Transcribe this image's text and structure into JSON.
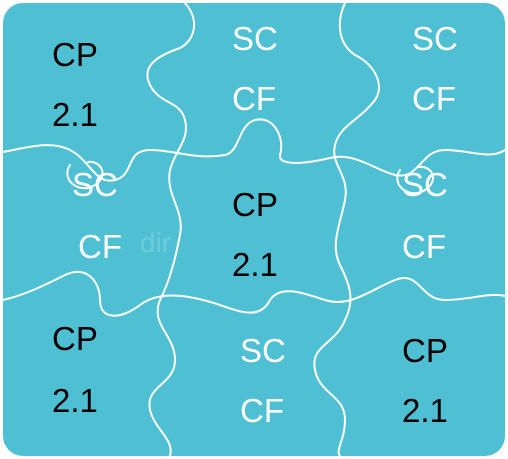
{
  "board": {
    "fill_color": "#4fc0d4",
    "seam_color": "#ffffff",
    "dark_text_color": "#000000",
    "light_text_color": "#ffffff"
  },
  "pieces": {
    "top_left": {
      "line1": "CP",
      "line2": "2.1"
    },
    "top_center": {
      "line1": "SC",
      "line2": "CF"
    },
    "top_right": {
      "line1": "SC",
      "line2": "CF"
    },
    "middle_left": {
      "line1": "SC",
      "line2": "CF"
    },
    "center": {
      "line1": "CP",
      "line2": "2.1"
    },
    "middle_right": {
      "line1": "SC",
      "line2": "CF"
    },
    "bottom_left": {
      "line1": "CP",
      "line2": "2.1"
    },
    "bottom_center": {
      "line1": "SC",
      "line2": "CF"
    },
    "bottom_right": {
      "line1": "CP",
      "line2": "2.1"
    }
  },
  "watermark": {
    "text": "dir"
  }
}
